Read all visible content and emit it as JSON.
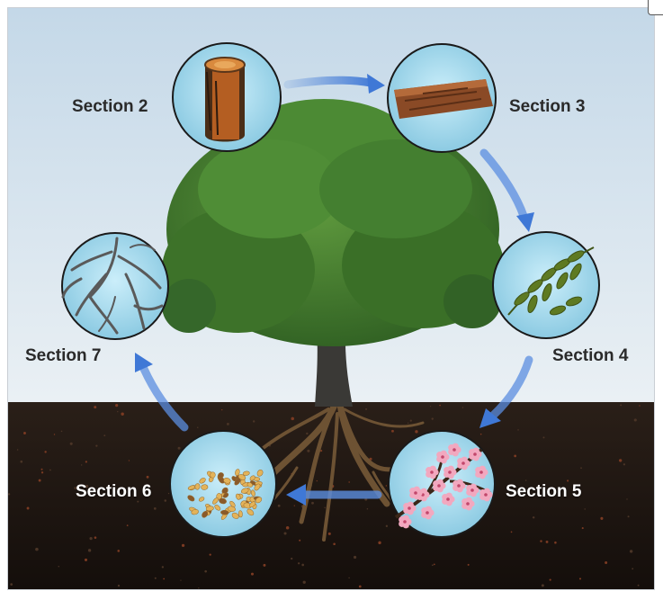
{
  "diagram": {
    "sections": [
      {
        "label": "Section 2",
        "content": "wood-log"
      },
      {
        "label": "Section 3",
        "content": "bark"
      },
      {
        "label": "Section 4",
        "content": "leaves"
      },
      {
        "label": "Section 5",
        "content": "flowers"
      },
      {
        "label": "Section 6",
        "content": "seeds"
      },
      {
        "label": "Section 7",
        "content": "roots"
      }
    ]
  },
  "colors": {
    "sky_top": "#c9dcea",
    "sky_bottom": "#e6eef4",
    "soil": "#1b1410",
    "circle_fill": "#9fd6ea",
    "circle_stroke": "#1a1a1a",
    "arrow": "#3f78d6",
    "foliage": "#3f7a2c",
    "trunk": "#3a3a36"
  }
}
